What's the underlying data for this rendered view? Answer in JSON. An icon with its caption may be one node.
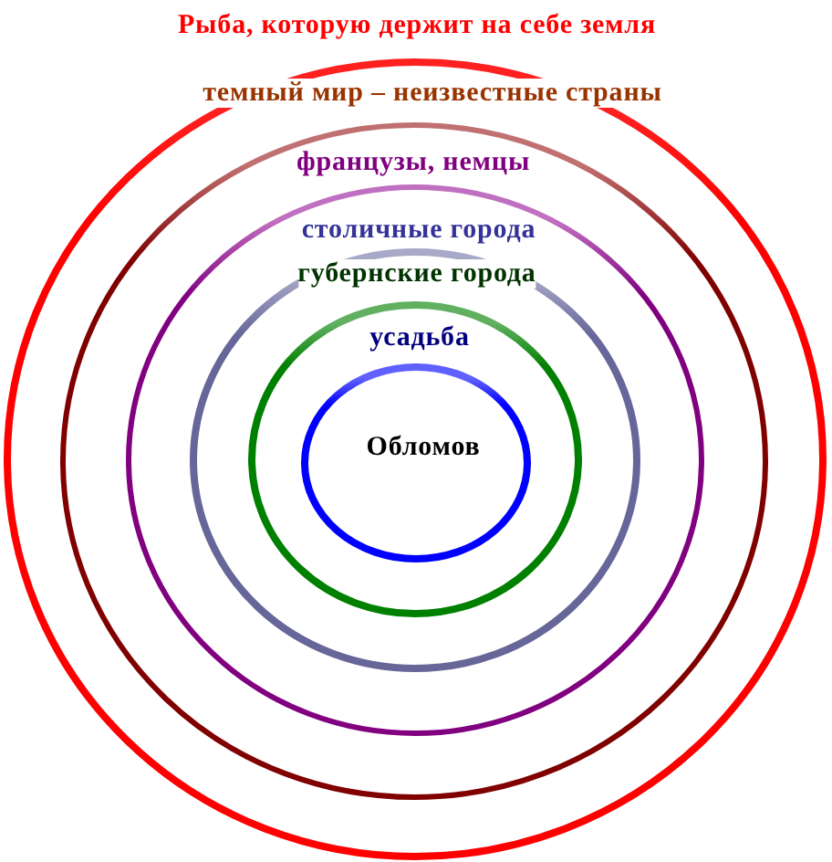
{
  "diagram": {
    "nodes": [
      {
        "text": [
          "Рыба, которую держит на себе земля"
        ]
      },
      {
        "text": [
          "темный мир – неизвестные страны"
        ],
        "in": 0
      },
      {
        "text": [
          "французы, немцы"
        ],
        "in": 1
      },
      {
        "text": [
          "столичные города"
        ],
        "in": 2
      },
      {
        "text": [
          "губернские города"
        ],
        "in": 3
      },
      {
        "text": [
          "усадьба",
          "Обломов"
        ],
        "in": 4
      }
    ],
    "edges": []
  }
}
